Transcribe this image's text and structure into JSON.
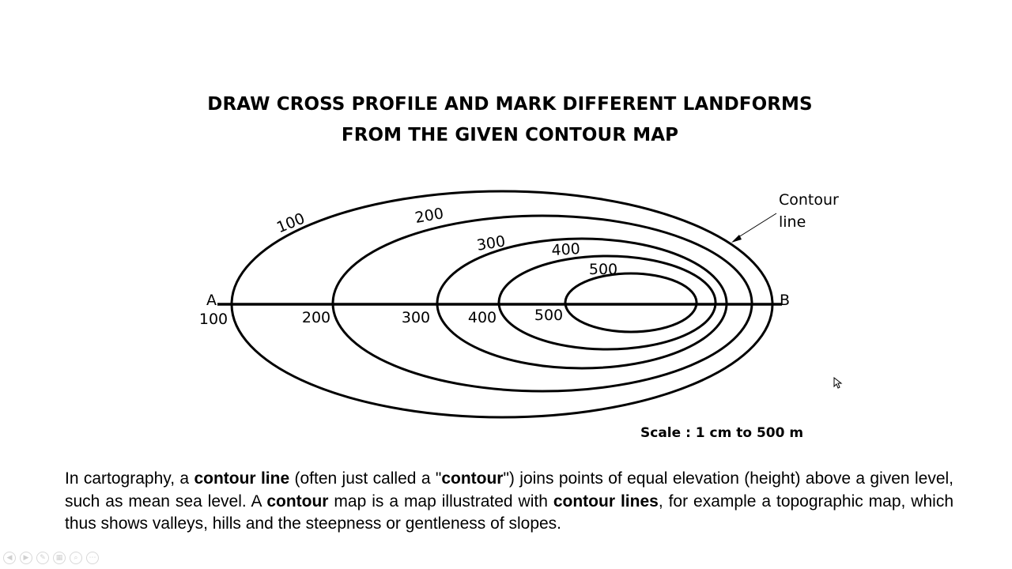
{
  "title": {
    "line1": "DRAW CROSS PROFILE AND MARK DIFFERENT LANDFORMS",
    "line2": "FROM THE GIVEN CONTOUR MAP"
  },
  "map": {
    "contours": [
      {
        "elevation": "100",
        "top_label": "100",
        "bottom_label": "100"
      },
      {
        "elevation": "200",
        "top_label": "200",
        "bottom_label": "200"
      },
      {
        "elevation": "300",
        "top_label": "300",
        "bottom_label": "300"
      },
      {
        "elevation": "400",
        "top_label": "400",
        "bottom_label": "400"
      },
      {
        "elevation": "500",
        "top_label": "500",
        "bottom_label": "500"
      }
    ],
    "point_a": "A",
    "point_b": "B",
    "callout_line1": "Contour",
    "callout_line2": "line"
  },
  "scale": "Scale : 1 cm to 500 m",
  "paragraph": {
    "t1": "In cartography, a ",
    "b1": "contour line",
    "t2": " (often just called a \"",
    "b2": "contour",
    "t3": "\") joins points of equal elevation (height) above a given level, such as mean sea level. A ",
    "b3": "contour",
    "t4": " map is a map illustrated with ",
    "b4": "contour lines",
    "t5": ", for example a topographic map, which thus shows valleys, hills and the steepness or gentleness of slopes."
  },
  "toolbar": {
    "buttons": [
      {
        "icon": "previous-slide-icon",
        "glyph": "◀"
      },
      {
        "icon": "next-slide-icon",
        "glyph": "▶"
      },
      {
        "icon": "pen-icon",
        "glyph": "✎"
      },
      {
        "icon": "slides-grid-icon",
        "glyph": "▦"
      },
      {
        "icon": "zoom-icon",
        "glyph": "⌕"
      },
      {
        "icon": "more-options-icon",
        "glyph": "⋯"
      }
    ]
  }
}
